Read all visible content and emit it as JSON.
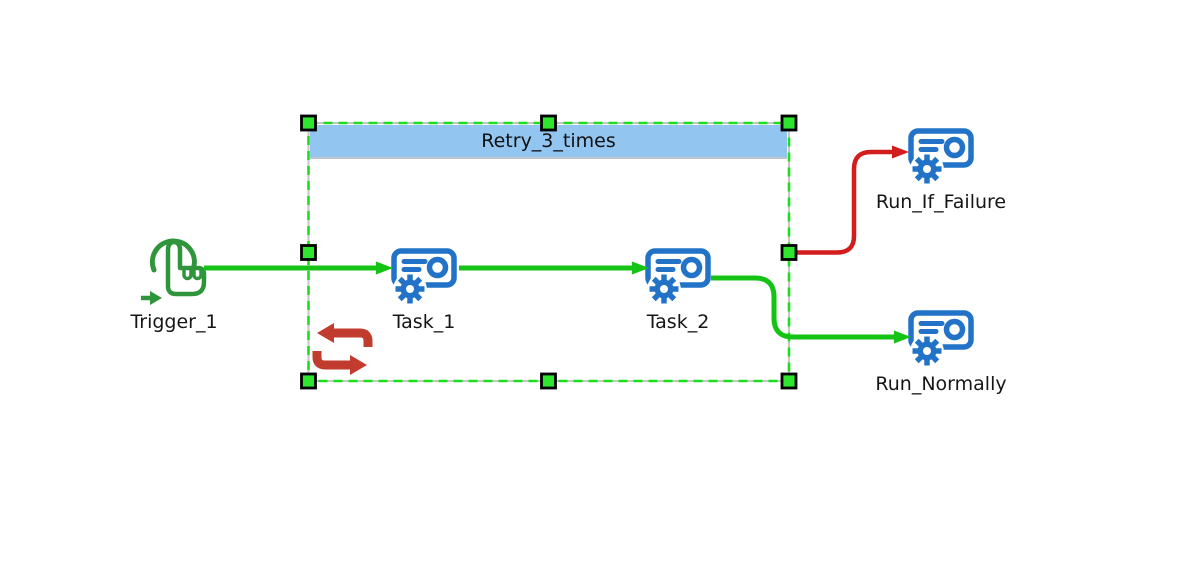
{
  "selection_group": {
    "title": "Retry_3_times",
    "badge_icon": "repeat-arrows-icon",
    "header_color": "#92C5F0",
    "border_color": "#C6C6C6",
    "selection_dash_color": "#1ADF1A",
    "handle_color": "#2FE62F",
    "handle_count": 8
  },
  "nodes": {
    "trigger": {
      "label": "Trigger_1",
      "icon": "hand-tap-icon",
      "color": "#2F953B"
    },
    "task1": {
      "label": "Task_1",
      "icon": "action-gear-screen-icon",
      "color": "#2273C8"
    },
    "task2": {
      "label": "Task_2",
      "icon": "action-gear-screen-icon",
      "color": "#2273C8"
    },
    "run_if_failure": {
      "label": "Run_If_Failure",
      "icon": "action-gear-screen-icon",
      "color": "#2273C8"
    },
    "run_normally": {
      "label": "Run_Normally",
      "icon": "action-gear-screen-icon",
      "color": "#2273C8"
    }
  },
  "hops": {
    "success_color": "#15C315",
    "failure_color": "#D31C1C",
    "repeat_badge_color": "#C23B2F",
    "connections": [
      {
        "from": "Trigger_1",
        "to": "Task_1",
        "type": "success"
      },
      {
        "from": "Task_1",
        "to": "Task_2",
        "type": "success"
      },
      {
        "from": "Task_2",
        "to": "Run_Normally",
        "type": "success"
      },
      {
        "from": "Retry_3_times",
        "to": "Run_If_Failure",
        "type": "failure"
      }
    ]
  }
}
